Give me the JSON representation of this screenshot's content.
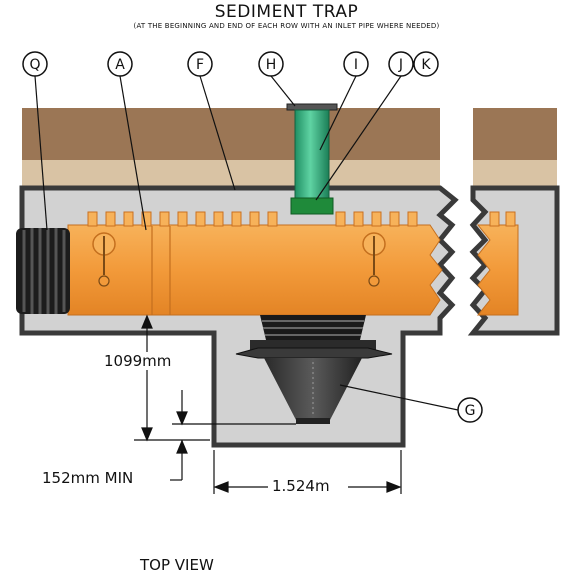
{
  "title": "SEDIMENT TRAP",
  "subtitle": "(AT THE BEGINNING AND END OF EACH ROW WITH AN INLET PIPE WHERE NEEDED)",
  "callouts": [
    {
      "id": "Q",
      "label": "Q"
    },
    {
      "id": "A",
      "label": "A"
    },
    {
      "id": "F",
      "label": "F"
    },
    {
      "id": "H",
      "label": "H"
    },
    {
      "id": "I",
      "label": "I"
    },
    {
      "id": "J",
      "label": "J"
    },
    {
      "id": "K",
      "label": "K"
    },
    {
      "id": "G",
      "label": "G"
    }
  ],
  "dimensions": {
    "depth": "1099mm",
    "min_depth": "152mm MIN",
    "width": "1.524m"
  },
  "section_label": "TOP VIEW",
  "colors": {
    "soil": "#9b7655",
    "sand": "#d9c3a4",
    "concrete": "#d2d2d2",
    "outline": "#3a3a3a",
    "chamber": "#f29a3a",
    "riser": "#2eaa7a",
    "collar": "#1f8a3a",
    "pipe": "#2a2a2a"
  }
}
